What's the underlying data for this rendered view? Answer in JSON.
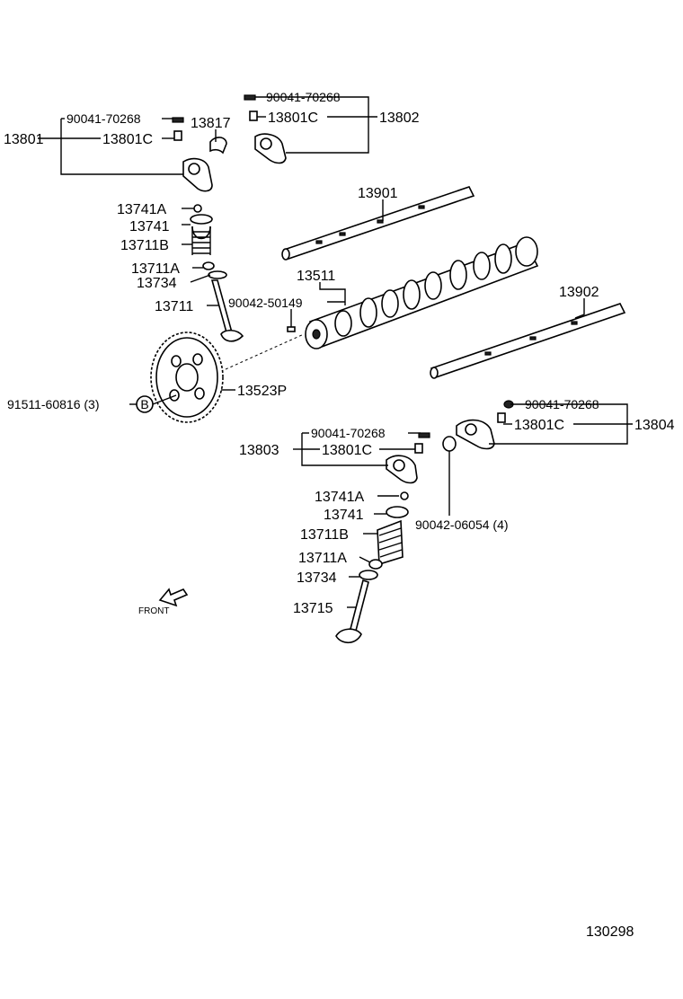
{
  "diagram_id": "130298",
  "front_label": "FRONT",
  "bolt_marker": "B",
  "labels": {
    "p13801": "13801",
    "p90041_a": "90041-70268",
    "p13801c_a": "13801C",
    "p13817": "13817",
    "p90041_b": "90041-70268",
    "p13801c_b": "13801C",
    "p13802": "13802",
    "p13901": "13901",
    "p13741a_a": "13741A",
    "p13741_a": "13741",
    "p13711b_a": "13711B",
    "p13711a_a": "13711A",
    "p13734_a": "13734",
    "p13711": "13711",
    "p13511": "13511",
    "p90042_50149": "90042-50149",
    "p13902": "13902",
    "p91511": "91511-60816 (3)",
    "p13523p": "13523P",
    "p90041_c": "90041-70268",
    "p13801c_c": "13801C",
    "p13804": "13804",
    "p90041_d": "90041-70268",
    "p13803": "13803",
    "p13801c_d": "13801C",
    "p13741a_b": "13741A",
    "p13741_b": "13741",
    "p90042_06054": "90042-06054 (4)",
    "p13711b_b": "13711B",
    "p13711a_b": "13711A",
    "p13734_b": "13734",
    "p13715": "13715"
  }
}
